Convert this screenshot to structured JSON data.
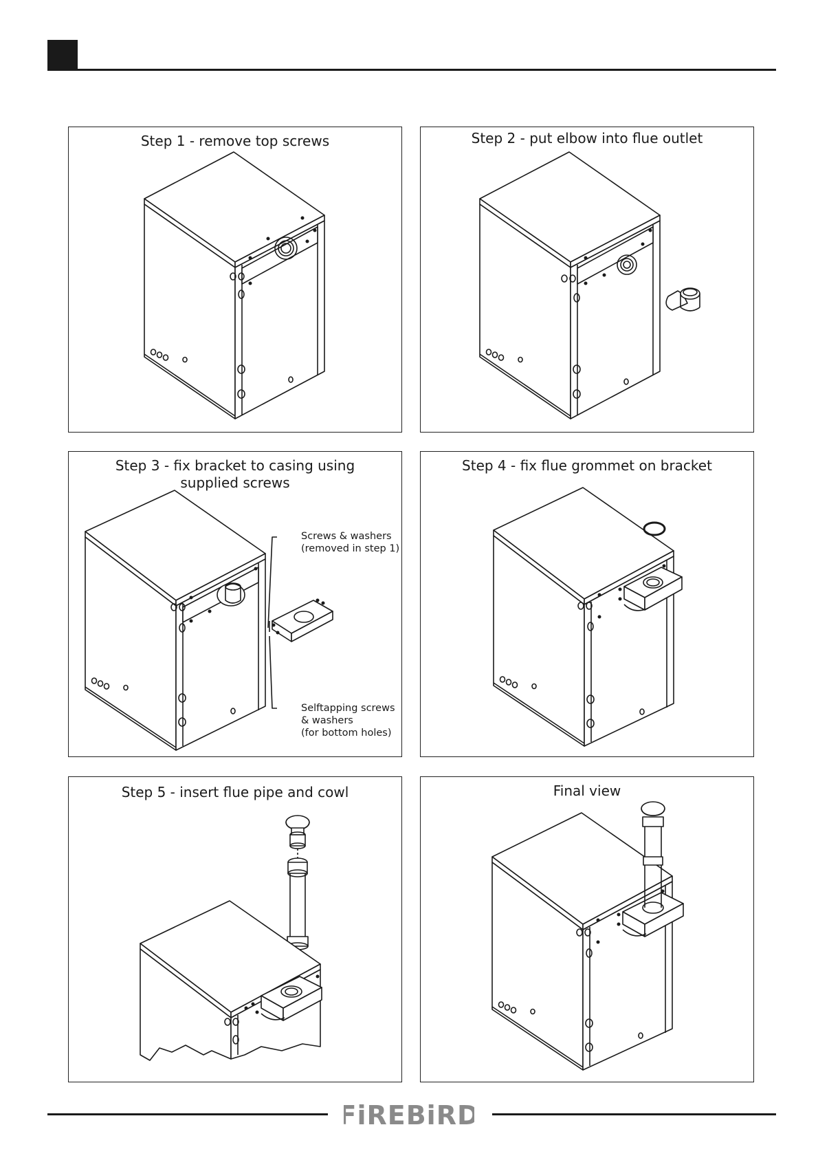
{
  "panels": {
    "step1": {
      "title": "Step 1 - remove top screws"
    },
    "step2": {
      "title": "Step 2 - put elbow into flue outlet"
    },
    "step3": {
      "title_line1": "Step 3 - fix bracket to casing using",
      "title_line2": "supplied screws",
      "note_top_line1": "Screws & washers",
      "note_top_line2": "(removed in step 1)",
      "note_bottom_line1": "Selftapping screws",
      "note_bottom_line2": "& washers",
      "note_bottom_line3": "(for bottom holes)"
    },
    "step4": {
      "title": "Step 4 - fix flue grommet on bracket"
    },
    "step5": {
      "title": "Step 5 - insert flue pipe and cowl"
    },
    "final": {
      "title": "Final view"
    }
  },
  "footer": {
    "logo": "FiREBiRD"
  }
}
